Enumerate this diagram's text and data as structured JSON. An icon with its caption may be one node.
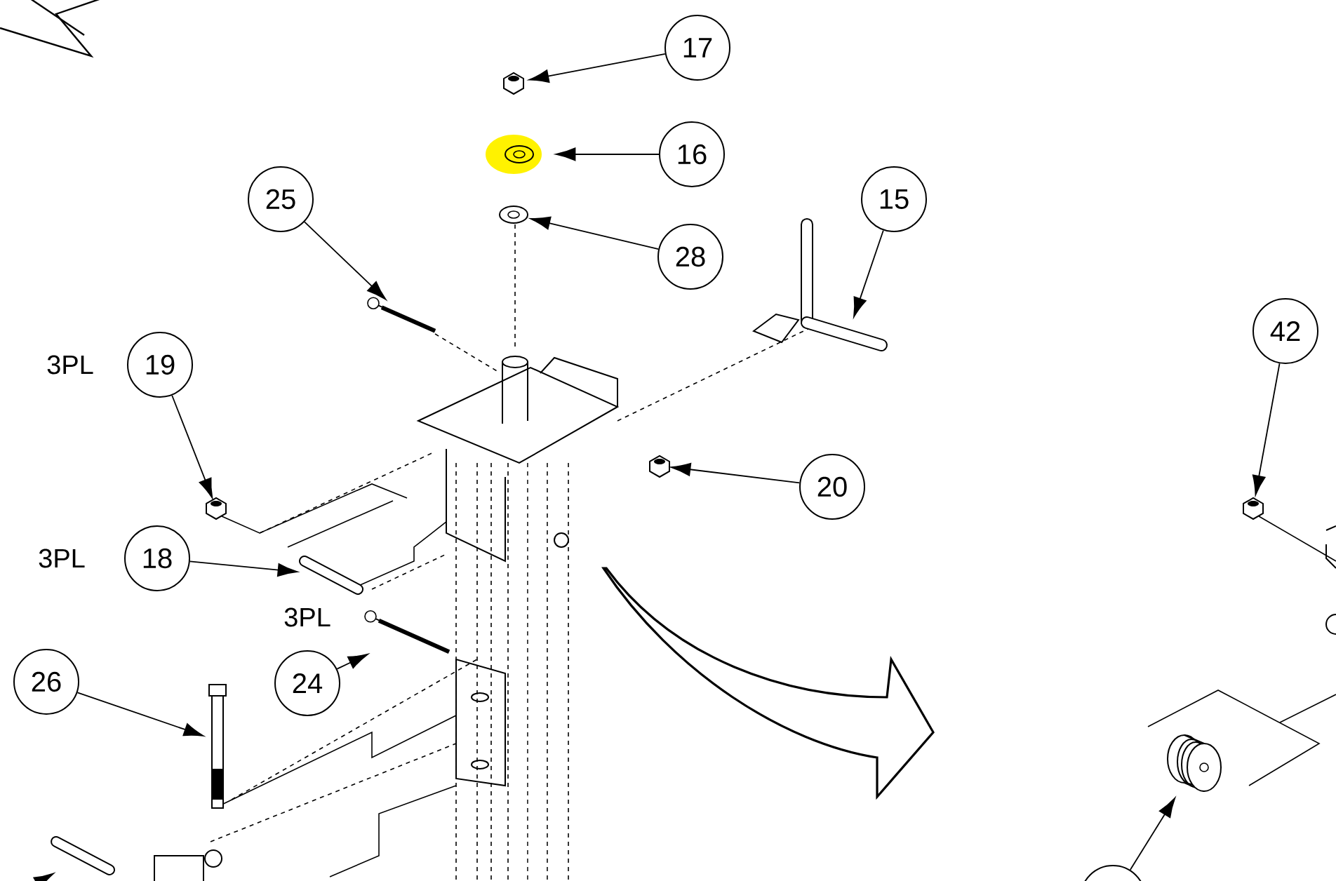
{
  "diagram": {
    "nodes": [
      {
        "text": [
          "17"
        ]
      },
      {
        "text": [
          "16"
        ]
      },
      {
        "text": [
          "25"
        ]
      },
      {
        "text": [
          "28"
        ]
      },
      {
        "text": [
          "15"
        ]
      },
      {
        "text": [
          "42"
        ]
      },
      {
        "text": [
          "19"
        ],
        "beside": [
          "3PL"
        ]
      },
      {
        "text": [
          "20"
        ]
      },
      {
        "text": [
          "18"
        ],
        "beside": [
          "3PL"
        ]
      },
      {
        "text": [
          "24"
        ],
        "beside": [
          "3PL"
        ]
      },
      {
        "text": [
          "26"
        ]
      },
      {
        "text": [],
        "shape": "circle"
      },
      {
        "text": [],
        "shape": "picture"
      },
      {
        "text": [],
        "shape": "picture"
      },
      {
        "text": [],
        "shape": "picture"
      },
      {
        "text": [],
        "shape": "picture"
      },
      {
        "text": [],
        "shape": "picture"
      },
      {
        "text": [],
        "shape": "picture"
      },
      {
        "text": [],
        "shape": "picture"
      },
      {
        "text": [],
        "shape": "picture"
      },
      {
        "text": [],
        "shape": "picture"
      },
      {
        "text": [],
        "shape": "picture"
      },
      {
        "text": [],
        "shape": "picture"
      },
      {
        "text": [],
        "shape": "picture"
      },
      {
        "text": [],
        "shape": "picture"
      }
    ],
    "edges": [
      {
        "from": 0,
        "to": 12,
        "arrow": "to"
      },
      {
        "from": 1,
        "to": 13,
        "arrow": "to"
      },
      {
        "from": 2,
        "to": 15,
        "arrow": "to"
      },
      {
        "from": 3,
        "to": 14,
        "arrow": "to"
      },
      {
        "from": 4,
        "to": 16,
        "arrow": "to"
      },
      {
        "from": 5,
        "to": 17,
        "arrow": "to"
      },
      {
        "from": 6,
        "to": 18,
        "arrow": "to"
      },
      {
        "from": 7,
        "to": 19,
        "arrow": "to"
      },
      {
        "from": 8,
        "to": 20,
        "arrow": "to"
      },
      {
        "from": 9,
        "to": 21,
        "arrow": "to"
      },
      {
        "from": 10,
        "to": 22,
        "arrow": "to"
      },
      {
        "from": 11,
        "to": 23,
        "arrow": "to"
      },
      {
        "from": null,
        "to": 24,
        "arrow": "to"
      }
    ]
  }
}
